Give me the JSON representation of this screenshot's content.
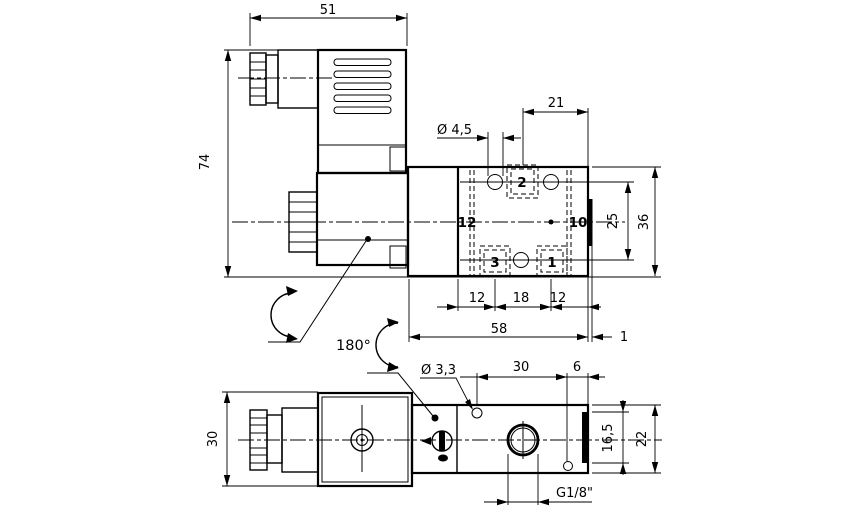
{
  "colors": {
    "ink": "#000000",
    "paper": "#ffffff"
  },
  "views": {
    "top": {
      "dims": {
        "connector_width": "51",
        "overall_height": "74",
        "mounting_hole_dia": "Ø 4,5",
        "port_pitch": "21",
        "chain_left": "12",
        "chain_mid": "18",
        "chain_right": "12",
        "body_length": "58",
        "gasket_thickness": "1",
        "hole_row_pitch": "25",
        "body_height": "36"
      },
      "ports": {
        "p2": "2",
        "p3": "3",
        "p1": "1",
        "p12": "12",
        "p10": "10"
      }
    },
    "bottom": {
      "dims": {
        "coil_width": "30",
        "pilot_hole_dia": "Ø 3,3",
        "hole_spacing": "30",
        "edge_offset": "6",
        "interface_height": "16,5",
        "body_height": "22",
        "port_thread": "G1/8\""
      },
      "rotation_angle": "180°"
    }
  }
}
